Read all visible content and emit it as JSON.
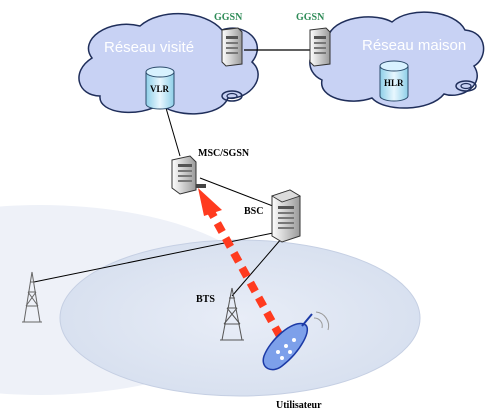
{
  "networks": {
    "visited": {
      "label": "Réseau visité"
    },
    "home": {
      "label": "Réseau maison"
    }
  },
  "nodes": {
    "ggsn_left": "GGSN",
    "ggsn_right": "GGSN",
    "vlr": "VLR",
    "hlr": "HLR",
    "msc_sgsn": "MSC/SGSN",
    "bsc": "BSC",
    "bts": "BTS",
    "user": "Utilisateur"
  },
  "colors": {
    "cloud_fill": "#c8d2f4",
    "ggsn_label": "#2e8b57",
    "cell_fill": "#dde4f1",
    "signal_arrow": "#ff3b1f",
    "phone": "#3a5fd0"
  }
}
